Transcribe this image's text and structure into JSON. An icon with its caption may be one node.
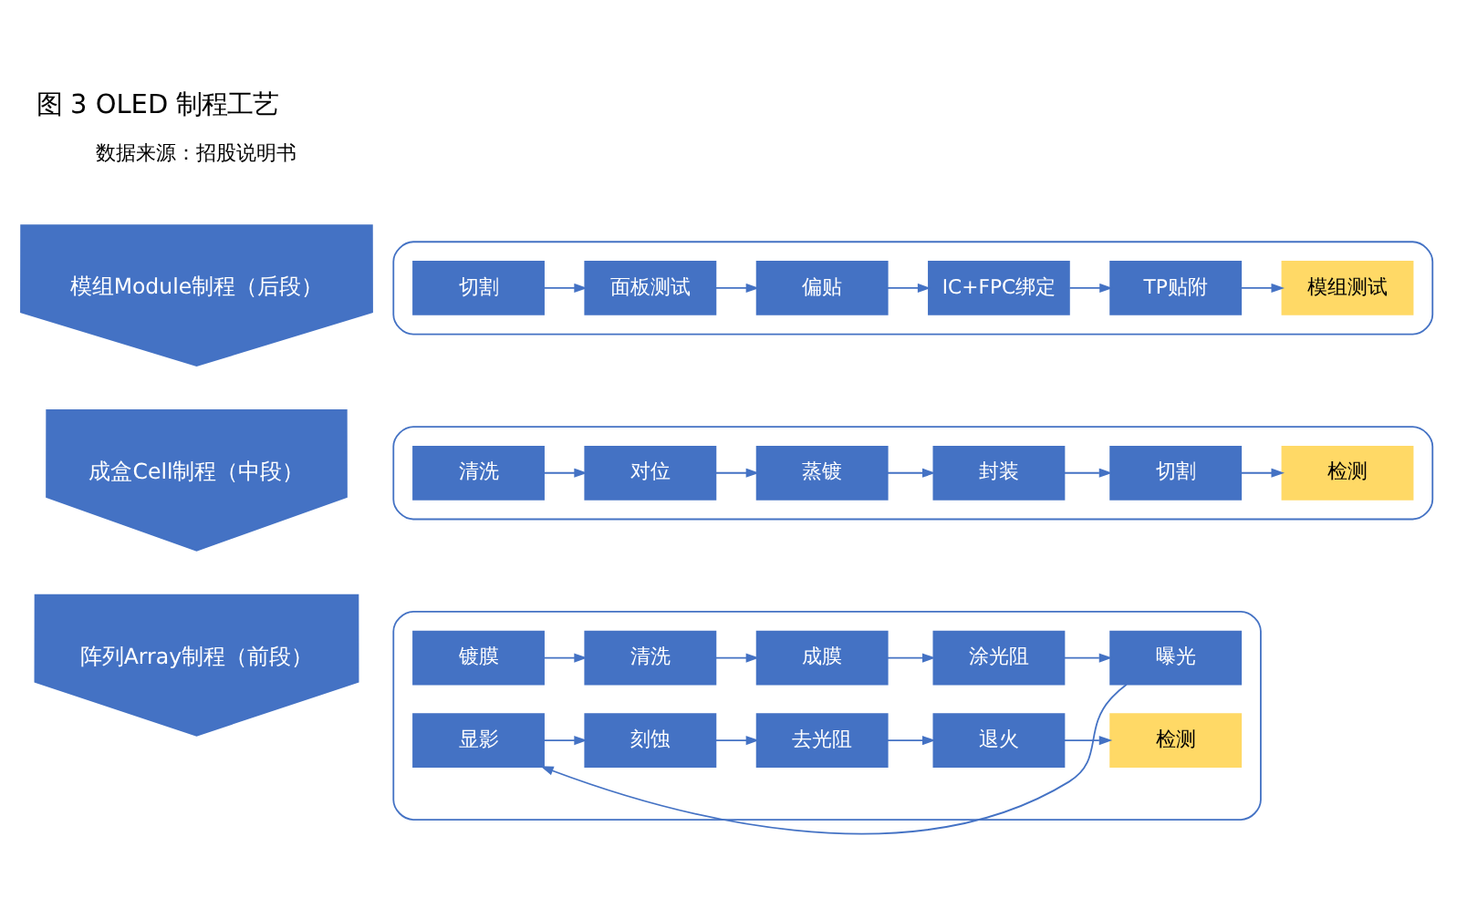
{
  "diagram": {
    "title": "图 3 OLED 制程工艺",
    "caption": "数据来源：招股说明书",
    "nodes": [
      {
        "text": [
          "阵列Array制程（前段）"
        ]
      },
      {
        "text": [],
        "shape": "box"
      },
      {
        "text": [
          "镀膜"
        ],
        "in": 1
      },
      {
        "text": [
          "清洗"
        ],
        "in": 1
      },
      {
        "text": [
          "成膜"
        ],
        "in": 1
      },
      {
        "text": [
          "涂光阻"
        ],
        "in": 1
      },
      {
        "text": [
          "曝光"
        ],
        "in": 1
      },
      {
        "text": [
          "显影"
        ],
        "in": 1
      },
      {
        "text": [
          "刻蚀"
        ],
        "in": 1
      },
      {
        "text": [
          "去光阻"
        ],
        "in": 1
      },
      {
        "text": [
          "退火"
        ],
        "in": 1
      },
      {
        "text": [
          "检测"
        ],
        "in": 1
      },
      {
        "text": [
          "成盒Cell制程（中段）"
        ]
      },
      {
        "text": [],
        "shape": "box"
      },
      {
        "text": [
          "清洗"
        ],
        "in": 13
      },
      {
        "text": [
          "对位"
        ],
        "in": 13
      },
      {
        "text": [
          "蒸镀"
        ],
        "in": 13
      },
      {
        "text": [
          "封装"
        ],
        "in": 13
      },
      {
        "text": [
          "切割"
        ],
        "in": 13
      },
      {
        "text": [
          "检测"
        ],
        "in": 13
      },
      {
        "text": [
          "模组Module制程（后段）"
        ]
      },
      {
        "text": [],
        "shape": "box"
      },
      {
        "text": [
          "切割"
        ],
        "in": 21
      },
      {
        "text": [
          "面板测试"
        ],
        "in": 21
      },
      {
        "text": [
          "偏贴"
        ],
        "in": 21
      },
      {
        "text": [
          "IC+FPC绑定"
        ],
        "in": 21
      },
      {
        "text": [
          "TP贴附"
        ],
        "in": 21
      },
      {
        "text": [
          "模组测试"
        ],
        "in": 21
      }
    ],
    "edges": [
      {
        "from": 2,
        "to": 3,
        "arrow": "to"
      },
      {
        "from": 3,
        "to": 4,
        "arrow": "to"
      },
      {
        "from": 4,
        "to": 5,
        "arrow": "to"
      },
      {
        "from": 5,
        "to": 6,
        "arrow": "to"
      },
      {
        "from": 6,
        "to": 7,
        "arrow": "to"
      },
      {
        "from": 7,
        "to": 8,
        "arrow": "to"
      },
      {
        "from": 8,
        "to": 9,
        "arrow": "to"
      },
      {
        "from": 9,
        "to": 10,
        "arrow": "to"
      },
      {
        "from": 10,
        "to": 11,
        "arrow": "to"
      },
      {
        "from": 14,
        "to": 15,
        "arrow": "to"
      },
      {
        "from": 15,
        "to": 16,
        "arrow": "to"
      },
      {
        "from": 16,
        "to": 17,
        "arrow": "to"
      },
      {
        "from": 17,
        "to": 18,
        "arrow": "to"
      },
      {
        "from": 18,
        "to": 19,
        "arrow": "to"
      },
      {
        "from": 22,
        "to": 23,
        "arrow": "to"
      },
      {
        "from": 23,
        "to": 24,
        "arrow": "to"
      },
      {
        "from": 24,
        "to": 25,
        "arrow": "to"
      },
      {
        "from": 25,
        "to": 26,
        "arrow": "to"
      },
      {
        "from": 26,
        "to": 27,
        "arrow": "to"
      }
    ]
  }
}
